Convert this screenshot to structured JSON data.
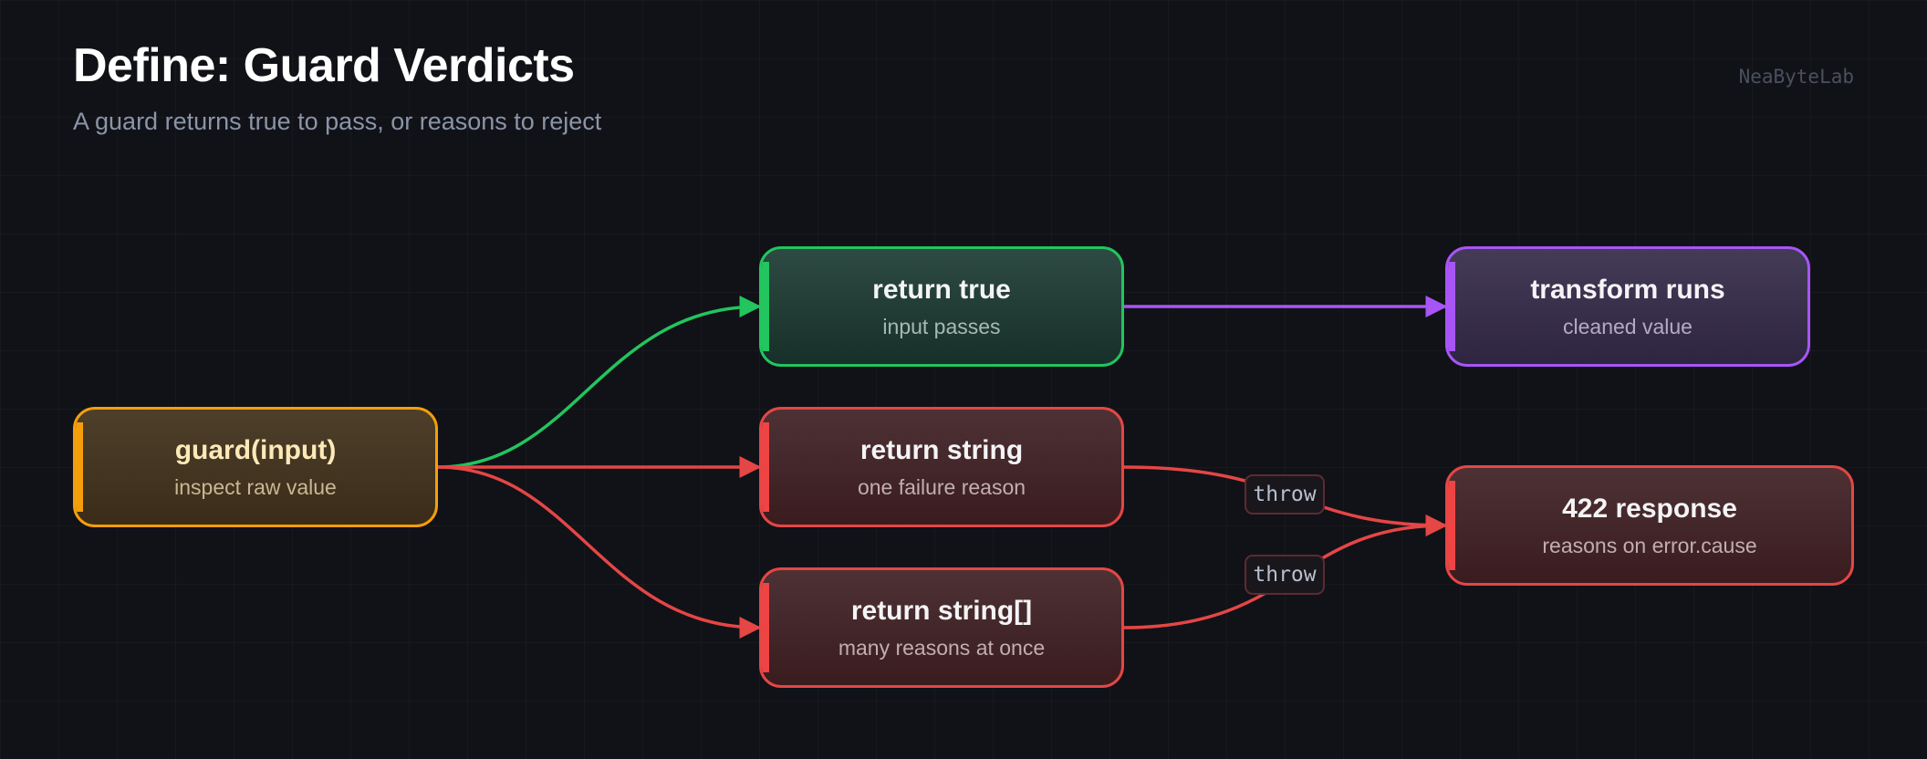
{
  "title": "Define: Guard Verdicts",
  "subtitle": "A guard returns true to pass, or reasons to reject",
  "brand": "NeaByteLab",
  "nodes": {
    "guard": {
      "title": "guard(input)",
      "subtitle": "inspect raw value",
      "color": "#f59e0b"
    },
    "return_true": {
      "title": "return true",
      "subtitle": "input passes",
      "color": "#22c55e"
    },
    "return_string": {
      "title": "return string",
      "subtitle": "one failure reason",
      "color": "#ef4444"
    },
    "return_string_array": {
      "title": "return string[]",
      "subtitle": "many reasons at once",
      "color": "#ef4444"
    },
    "transform_runs": {
      "title": "transform runs",
      "subtitle": "cleaned value",
      "color": "#a855f7"
    },
    "response_422": {
      "title": "422 response",
      "subtitle": "reasons on error.cause",
      "color": "#ef4444"
    }
  },
  "edge_labels": {
    "throw_1": "throw",
    "throw_2": "throw"
  },
  "edges": [
    {
      "from": "guard",
      "to": "return_true",
      "color": "#22c55e"
    },
    {
      "from": "guard",
      "to": "return_string",
      "color": "#ef4444"
    },
    {
      "from": "guard",
      "to": "return_string_array",
      "color": "#ef4444"
    },
    {
      "from": "return_true",
      "to": "transform_runs",
      "color": "#a855f7"
    },
    {
      "from": "return_string",
      "to": "response_422",
      "color": "#ef4444",
      "label": "throw"
    },
    {
      "from": "return_string_array",
      "to": "response_422",
      "color": "#ef4444",
      "label": "throw"
    }
  ]
}
